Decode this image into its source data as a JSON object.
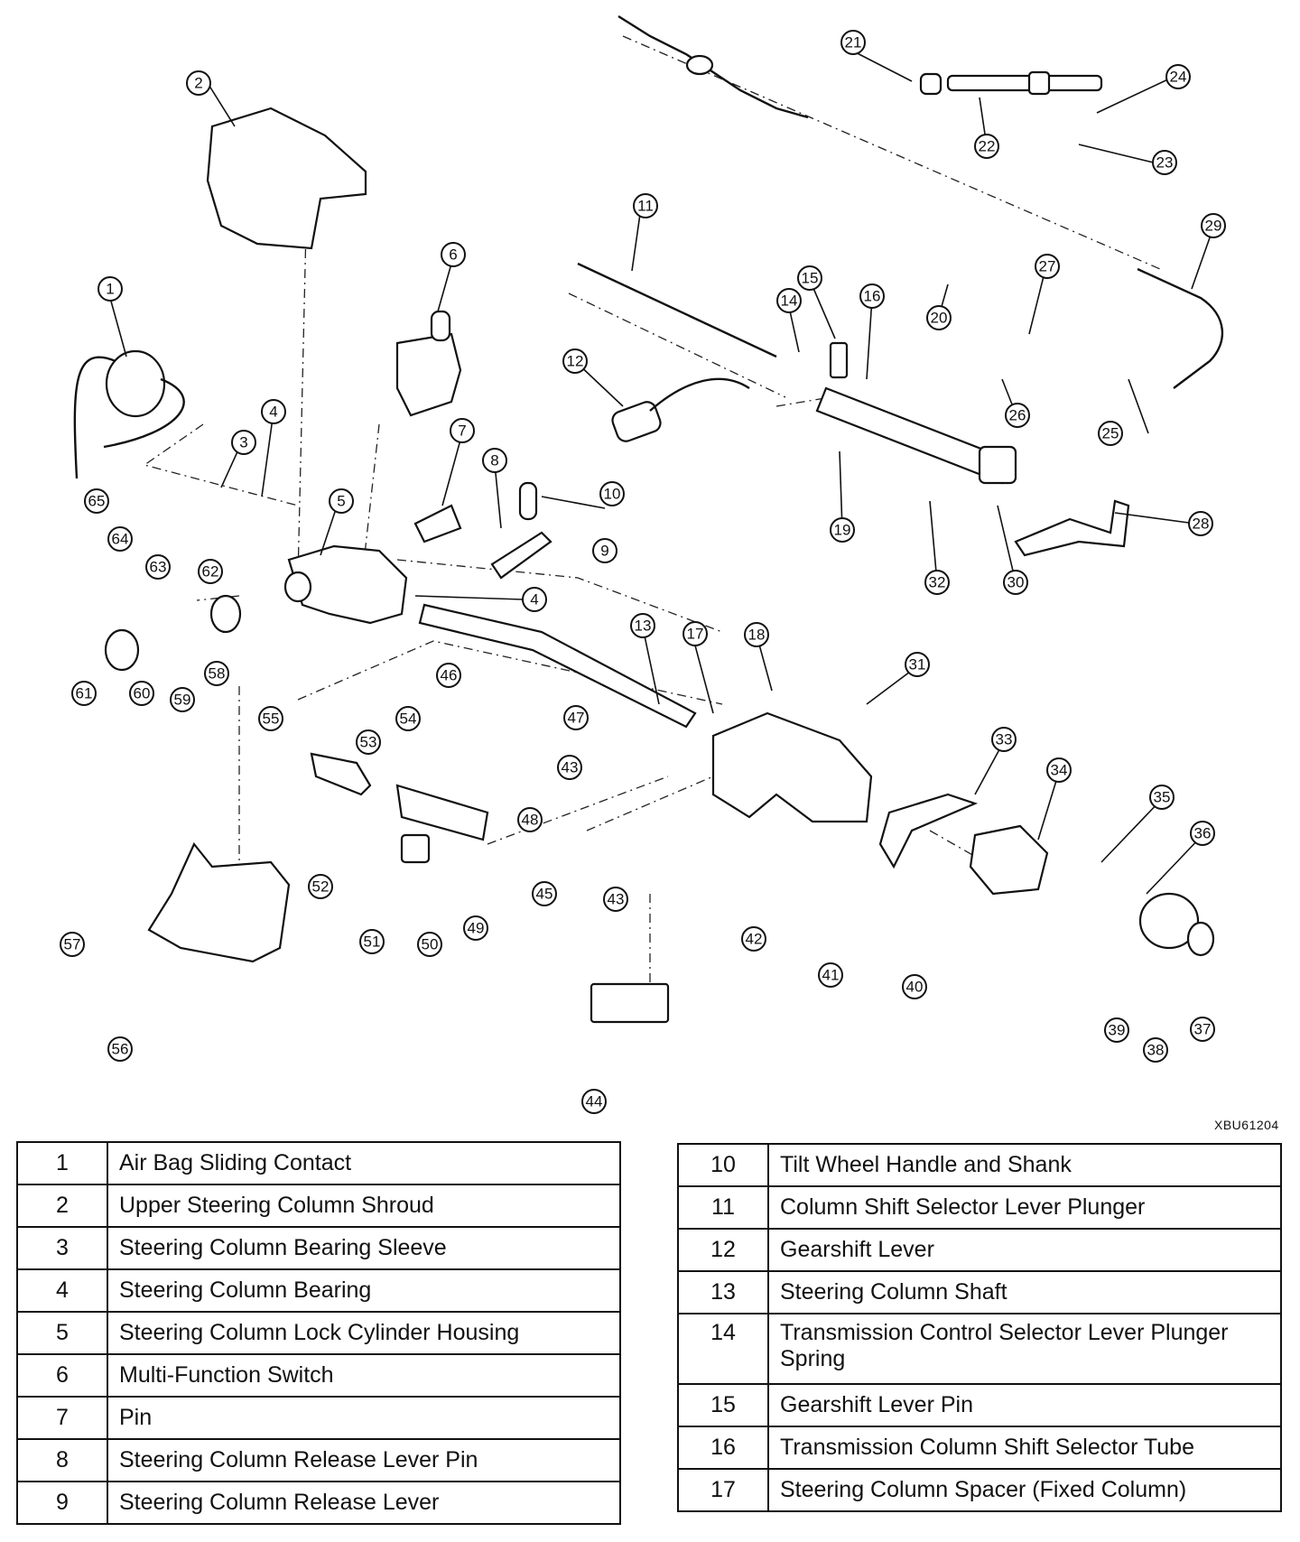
{
  "figure": {
    "reference_code": "XBU61204",
    "callouts": [
      "1",
      "2",
      "3",
      "4",
      "4",
      "5",
      "6",
      "7",
      "8",
      "9",
      "10",
      "11",
      "12",
      "13",
      "14",
      "15",
      "16",
      "17",
      "18",
      "19",
      "20",
      "21",
      "22",
      "23",
      "24",
      "25",
      "26",
      "27",
      "28",
      "29",
      "30",
      "31",
      "32",
      "33",
      "34",
      "35",
      "36",
      "37",
      "38",
      "39",
      "40",
      "41",
      "42",
      "43",
      "43",
      "44",
      "45",
      "46",
      "47",
      "48",
      "49",
      "50",
      "51",
      "52",
      "53",
      "54",
      "55",
      "56",
      "57",
      "58",
      "59",
      "60",
      "61",
      "62",
      "63",
      "64",
      "65"
    ]
  },
  "legend_left": [
    {
      "num": "1",
      "name": "Air Bag Sliding Contact"
    },
    {
      "num": "2",
      "name": "Upper Steering Column Shroud"
    },
    {
      "num": "3",
      "name": "Steering Column Bearing Sleeve"
    },
    {
      "num": "4",
      "name": "Steering Column Bearing"
    },
    {
      "num": "5",
      "name": "Steering Column Lock Cylinder Housing"
    },
    {
      "num": "6",
      "name": "Multi-Function Switch"
    },
    {
      "num": "7",
      "name": "Pin"
    },
    {
      "num": "8",
      "name": "Steering Column Release Lever Pin"
    },
    {
      "num": "9",
      "name": "Steering Column Release Lever"
    }
  ],
  "legend_right": [
    {
      "num": "10",
      "name": "Tilt Wheel Handle and Shank"
    },
    {
      "num": "11",
      "name": "Column Shift Selector Lever Plunger"
    },
    {
      "num": "12",
      "name": "Gearshift Lever"
    },
    {
      "num": "13",
      "name": "Steering Column Shaft"
    },
    {
      "num": "14",
      "name": "Transmission Control Selector Lever Plunger Spring"
    },
    {
      "num": "15",
      "name": "Gearshift Lever Pin"
    },
    {
      "num": "16",
      "name": "Transmission Column Shift Selector Tube"
    },
    {
      "num": "17",
      "name": "Steering Column Spacer (Fixed Column)"
    }
  ]
}
